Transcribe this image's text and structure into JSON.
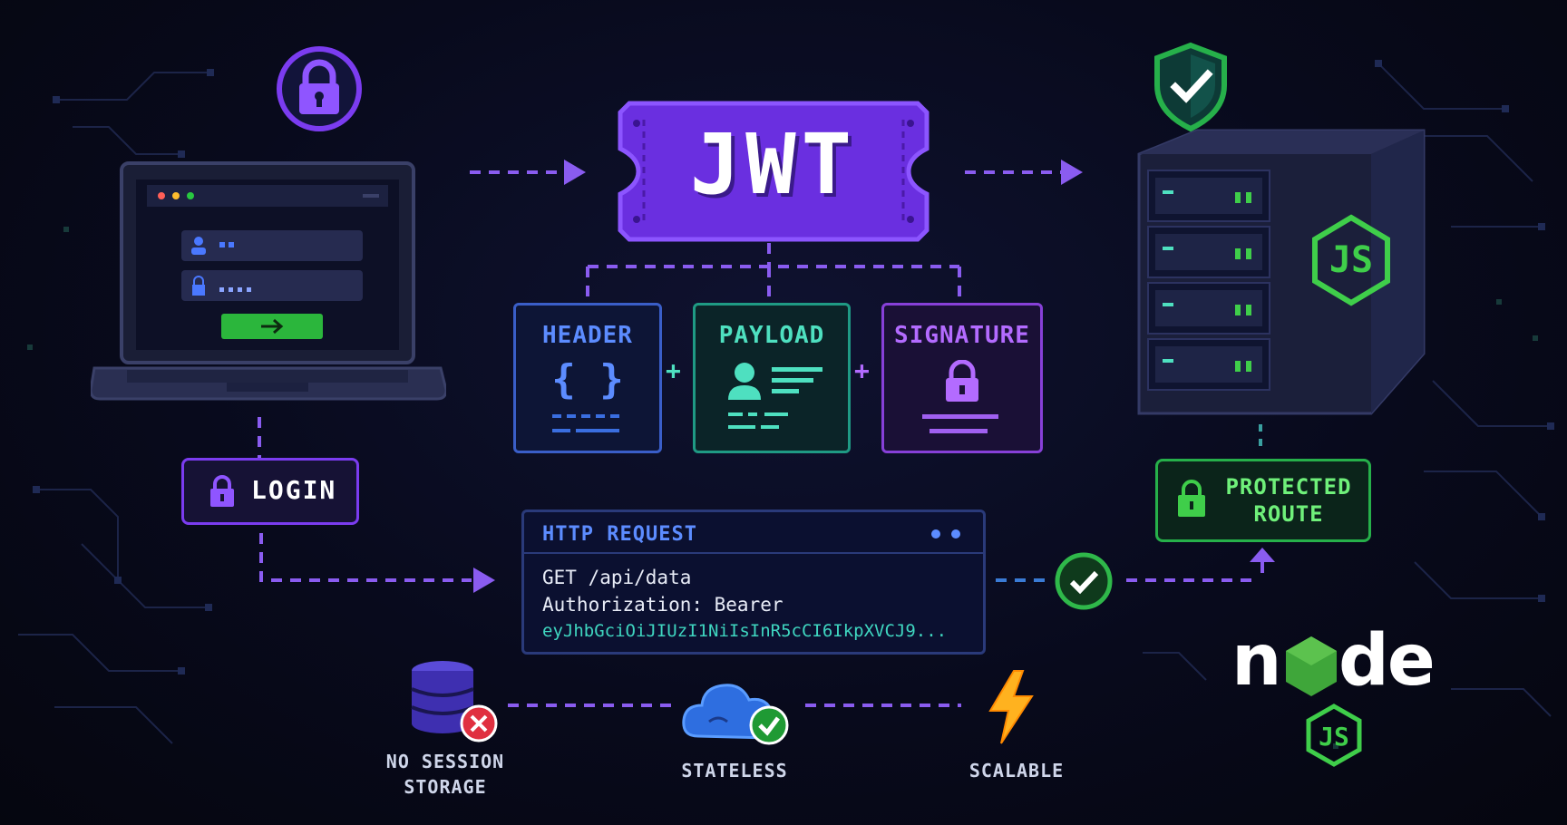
{
  "token": {
    "title": "JWT"
  },
  "parts": [
    {
      "label": "HEADER",
      "symbol": "{ }",
      "color": "#5c8cff"
    },
    {
      "label": "PAYLOAD",
      "color": "#4ee0c0"
    },
    {
      "label": "SIGNATURE",
      "color": "#b36bff"
    }
  ],
  "plus": "+",
  "login": {
    "label": "LOGIN"
  },
  "protected": {
    "line1": "PROTECTED",
    "line2": "ROUTE"
  },
  "request": {
    "title": "HTTP REQUEST",
    "line1": "GET /api/data",
    "line2": "Authorization: Bearer",
    "token": "eyJhbGciOiJIUzI1NiIsInR5cCI6IkpXVCJ9..."
  },
  "features": [
    {
      "line1": "NO SESSION",
      "line2": "STORAGE",
      "status": "x-icon"
    },
    {
      "line1": "STATELESS",
      "status": "check-icon"
    },
    {
      "line1": "SCALABLE",
      "status": "lightning-icon"
    }
  ],
  "server": {
    "logo": "JS"
  },
  "nodejs": {
    "word_n": "n",
    "word_de": "de",
    "badge": "JS"
  },
  "colors": {
    "purple": "#7b3cf0",
    "purple_light": "#a46cff",
    "green": "#3fce4a",
    "blue": "#5c8cff",
    "teal": "#4ee0c0",
    "background": "#080a1c"
  }
}
